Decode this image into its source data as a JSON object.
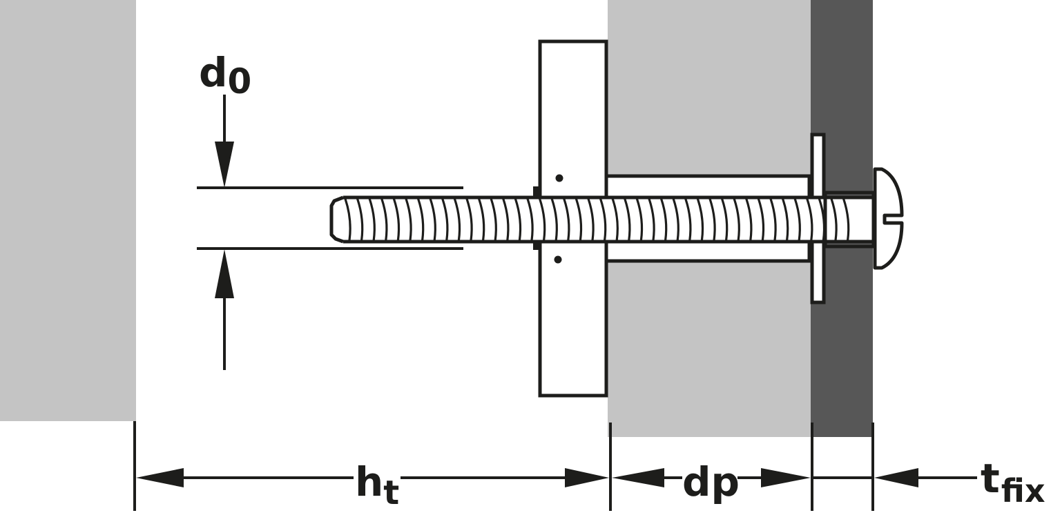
{
  "colors": {
    "background": "#ffffff",
    "base_material": "#c4c4c4",
    "fixture_material": "#575757",
    "ink": "#1d1d1b"
  },
  "labels": {
    "d0": {
      "main": "d",
      "sub": "0"
    },
    "ht": {
      "main": "h",
      "sub": "t"
    },
    "dp": {
      "main": "dp",
      "sub": ""
    },
    "tfix": {
      "main": "t",
      "sub": "fix"
    }
  }
}
